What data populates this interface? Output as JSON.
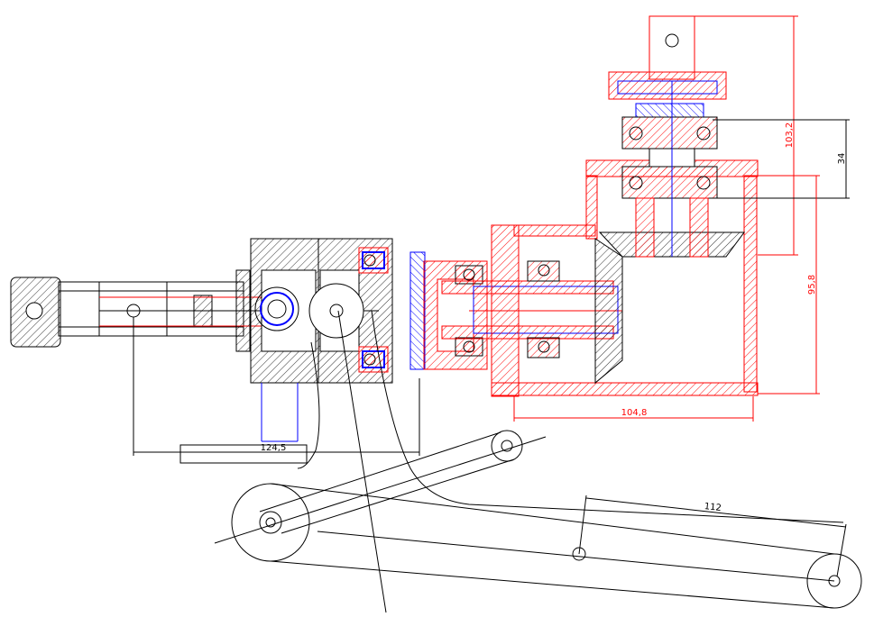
{
  "drawing": {
    "title": "Mechanical assembly cross-section",
    "dimensions": {
      "d_103_2": "103,2",
      "d_34": "34",
      "d_95_8": "95,8",
      "d_104_8": "104,8",
      "d_124_5": "124,5",
      "d_112": "112"
    },
    "colors": {
      "red": "#ff0000",
      "blue": "#0000ff",
      "black": "#000000"
    }
  }
}
